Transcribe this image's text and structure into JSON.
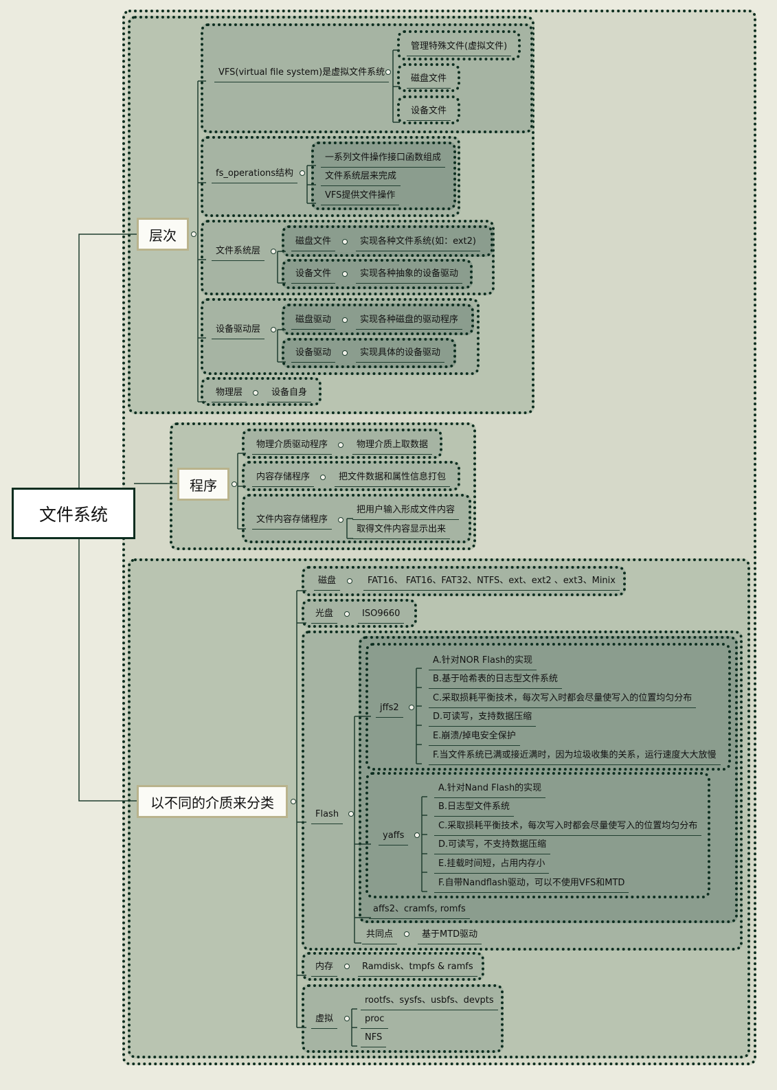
{
  "root": "文件系统",
  "level": {
    "label": "层次",
    "vfs": {
      "label": "VFS(virtual file system)是虚拟文件系统",
      "items": [
        "管理特殊文件(虚拟文件)",
        "磁盘文件",
        "设备文件"
      ]
    },
    "fsops": {
      "label": "fs_operations结构",
      "items": [
        "一系列文件操作接口函数组成",
        "文件系统层来完成",
        "VFS提供文件操作"
      ]
    },
    "fslayer": {
      "label": "文件系统层",
      "rows": [
        {
          "a": "磁盘文件",
          "b": "实现各种文件系统(如：ext2)"
        },
        {
          "a": "设备文件",
          "b": "实现各种抽象的设备驱动"
        }
      ]
    },
    "driver": {
      "label": "设备驱动层",
      "rows": [
        {
          "a": "磁盘驱动",
          "b": "实现各种磁盘的驱动程序"
        },
        {
          "a": "设备驱动",
          "b": "实现具体的设备驱动"
        }
      ]
    },
    "physical": {
      "label": "物理层",
      "value": "设备自身"
    }
  },
  "program": {
    "label": "程序",
    "r1": {
      "a": "物理介质驱动程序",
      "b": "物理介质上取数据"
    },
    "r2": {
      "a": "内容存储程序",
      "b": "把文件数据和属性信息打包"
    },
    "r3": {
      "a": "文件内容存储程序",
      "items": [
        "把用户输入形成文件内容",
        "取得文件内容显示出来"
      ]
    }
  },
  "media": {
    "label": "以不同的介质来分类",
    "disk": {
      "label": "磁盘",
      "value": "FAT16、 FAT16、FAT32、NTFS、ext、ext2 、ext3、Minix"
    },
    "cd": {
      "label": "光盘",
      "value": "ISO9660"
    },
    "flash": {
      "label": "Flash",
      "jffs2": {
        "label": "jffs2",
        "items": [
          "A.针对NOR Flash的实现",
          "B.基于哈希表的日志型文件系统",
          "C.采取损耗平衡技术，每次写入时都会尽量使写入的位置均匀分布",
          "D.可读写，支持数据压缩",
          "E.崩溃/掉电安全保护",
          "F.当文件系统已满或接近满时，因为垃圾收集的关系，运行速度大大放慢"
        ]
      },
      "yaffs": {
        "label": "yaffs",
        "items": [
          "A.针对Nand Flash的实现",
          "B.日志型文件系统",
          "C.采取损耗平衡技术，每次写入时都会尽量使写入的位置均匀分布",
          "D.可读写，不支持数据压缩",
          "E.挂载时间短，占用内存小",
          "F.自带Nandflash驱动，可以不使用VFS和MTD"
        ]
      },
      "others": "affs2、cramfs, romfs",
      "common": {
        "label": "共同点",
        "value": "基于MTD驱动"
      }
    },
    "memory": {
      "label": "内存",
      "value": "Ramdisk、tmpfs & ramfs"
    },
    "virtual": {
      "label": "虚拟",
      "items": [
        "rootfs、sysfs、usbfs、devpts",
        "proc",
        "NFS"
      ]
    }
  },
  "colors": {
    "page": "#ebebdf",
    "outer": "#d6d9c9",
    "region": "#b9c4b1",
    "sub": "#a6b4a3",
    "deep": "#8b9d8e",
    "border": "#0c2d1f"
  }
}
